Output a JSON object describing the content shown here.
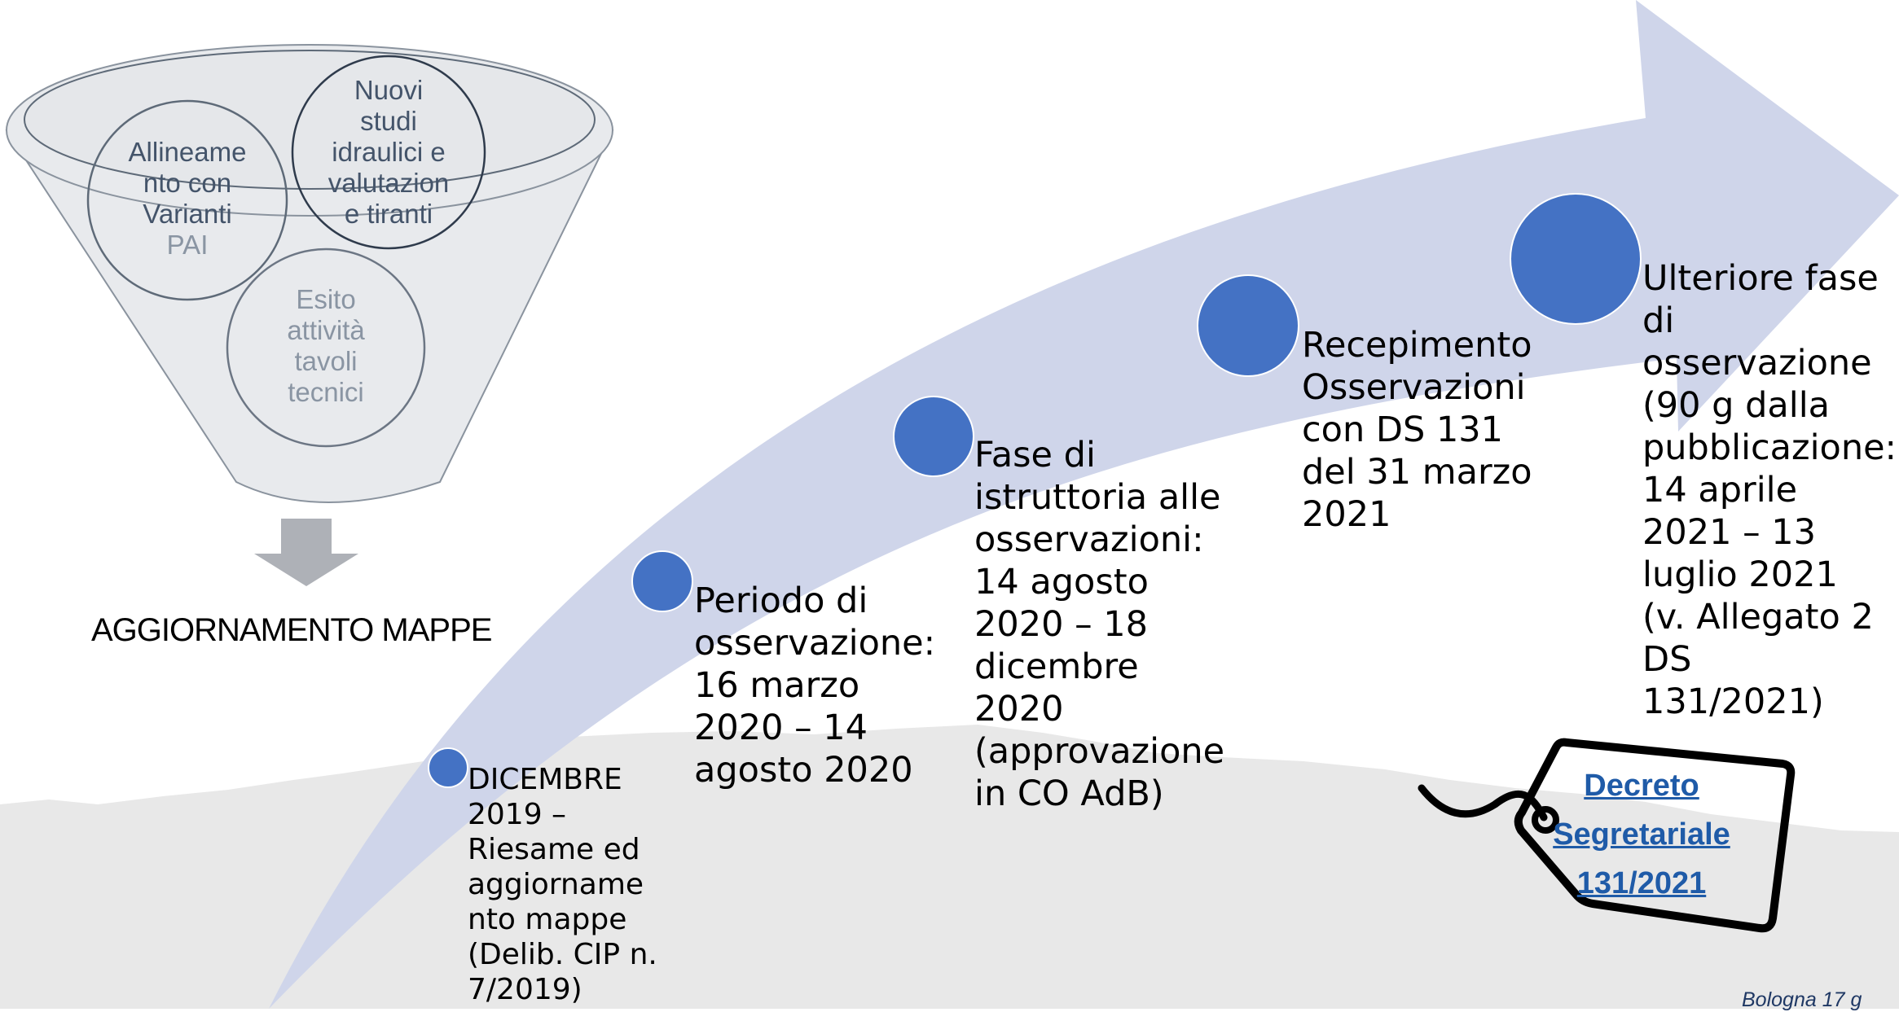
{
  "funnel": {
    "circles": [
      {
        "label": "Allineamento con Varianti PAI",
        "lines": [
          "Allineame",
          "nto con",
          "Varianti",
          "PAI"
        ]
      },
      {
        "label": "Nuovi studi idraulici e valutazione tiranti",
        "lines": [
          "Nuovi",
          "studi",
          "idraulici e",
          "valutazion",
          "e tiranti"
        ]
      },
      {
        "label": "Esito attività tavoli tecnici",
        "lines": [
          "Esito",
          "attività",
          "tavoli",
          "tecnici"
        ]
      }
    ],
    "output_label": "AGGIORNAMENTO MAPPE"
  },
  "timeline": [
    {
      "lines": [
        "DICEMBRE",
        "2019 –",
        "Riesame ed",
        "aggiorname",
        "nto mappe",
        "(Delib. CIP n.",
        "7/2019)"
      ]
    },
    {
      "lines": [
        "Periodo di",
        "osservazione:",
        "16 marzo",
        "2020 – 14",
        "agosto 2020"
      ]
    },
    {
      "lines": [
        "Fase di",
        "istruttoria alle",
        "osservazioni:",
        "14 agosto",
        "2020 – 18",
        "dicembre",
        "2020",
        "(approvazione",
        "in CO AdB)"
      ]
    },
    {
      "lines": [
        "Recepimento",
        "Osservazioni",
        "con DS 131",
        "del 31 marzo",
        "2021"
      ]
    },
    {
      "lines": [
        "Ulteriore fase",
        "di",
        "osservazione",
        "(90 g dalla",
        "pubblicazione:",
        "14 aprile",
        "2021 – 13",
        "luglio 2021",
        "(v. Allegato 2",
        "DS",
        "131/2021)"
      ]
    }
  ],
  "tag": {
    "lines": [
      "Decreto",
      "Segretariale",
      "131/2021"
    ]
  },
  "footer": {
    "text": "Bologna 17 g"
  },
  "colors": {
    "arrow": "#cfd5ea",
    "dot": "#4472c4",
    "ground": "#e8e8e8",
    "funnel": "#e8eaed",
    "funnel_stroke": "#8a939e",
    "down_arrow": "#aeb1b7",
    "link": "#1f5ba8"
  }
}
